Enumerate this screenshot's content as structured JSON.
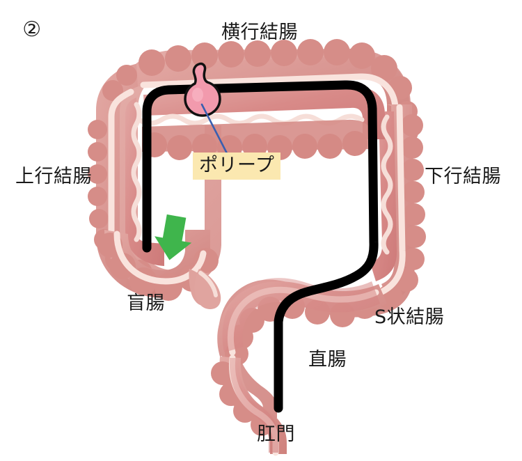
{
  "figure": {
    "number": "②",
    "labels": {
      "transverse_colon": "横行結腸",
      "ascending_colon": "上行結腸",
      "descending_colon": "下行結腸",
      "cecum": "盲腸",
      "sigmoid_colon": "S状結腸",
      "rectum": "直腸",
      "anus": "肛門",
      "polyp": "ポリープ"
    },
    "colors": {
      "background": "#ffffff",
      "wall_outer": "#dd9793",
      "wall_outer_dark": "#d38580",
      "wall_highlight": "#f9e2dc",
      "wall_inner": "#d98686",
      "wall_inner_light": "#e3a39e",
      "polyp_fill": "#f29aad",
      "polyp_outline": "#1a1a1a",
      "scope_line": "#000000",
      "leader_line": "#3a5fb0",
      "arrow_green": "#3fb54c",
      "callout_background": "#fbe8b0",
      "text": "#1a1a1a"
    },
    "annotations": {
      "green_arrow": "direction-of-scope-advance",
      "black_line": "colonoscope-path",
      "blue_leader": "polyp-pointer-line"
    }
  }
}
